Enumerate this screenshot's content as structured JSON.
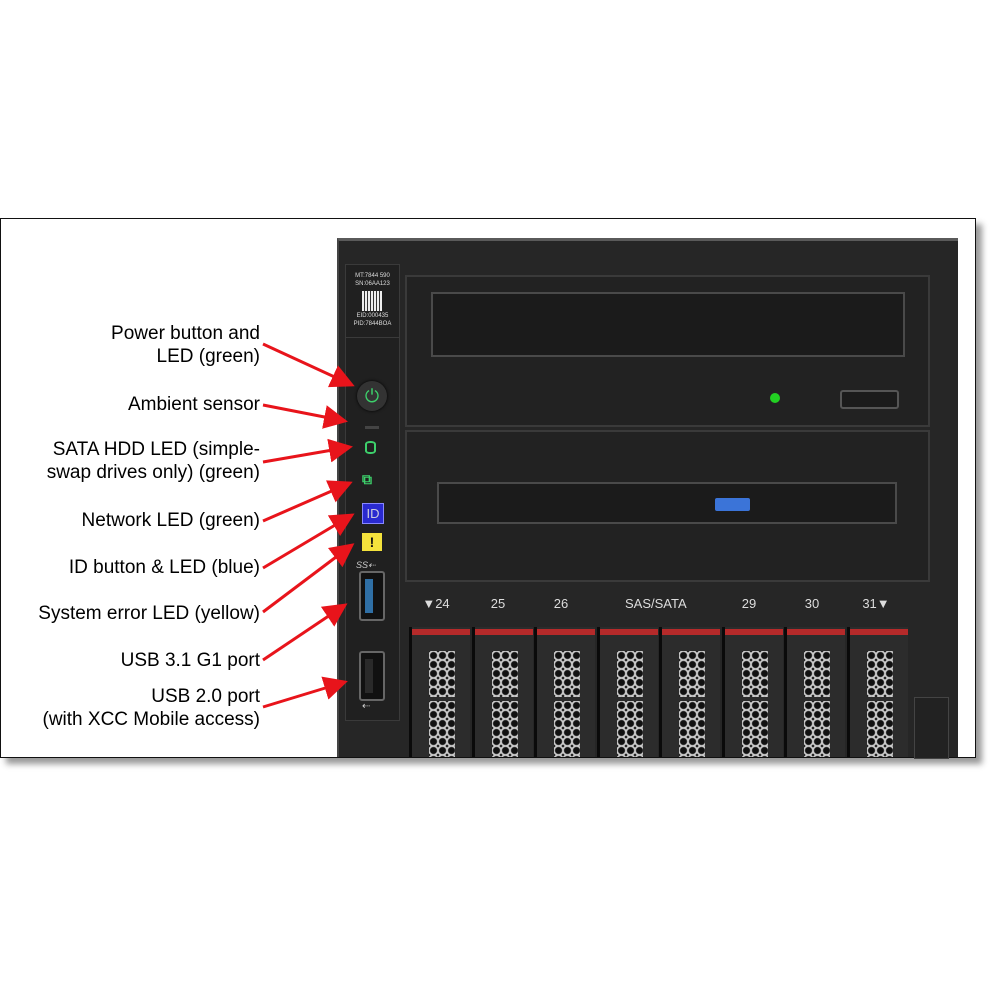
{
  "callouts": [
    {
      "text": [
        "Power button and",
        "LED (green)"
      ]
    },
    {
      "text": [
        "Ambient sensor"
      ]
    },
    {
      "text": [
        "SATA HDD LED (simple-",
        "swap drives only) (green)"
      ]
    },
    {
      "text": [
        "Network LED (green)"
      ]
    },
    {
      "text": [
        "ID button & LED (blue)"
      ]
    },
    {
      "text": [
        "System error LED (yellow)"
      ]
    },
    {
      "text": [
        "USB 3.1 G1 port"
      ]
    },
    {
      "text": [
        "USB 2.0 port",
        "(with XCC Mobile access)"
      ]
    }
  ],
  "tag": {
    "mt": "MT:7844 590",
    "sn": "SN:06AA123",
    "eid": "EID:000435",
    "pid": "PID:7844BOA"
  },
  "panel": {
    "id_label": "ID",
    "error_label": "!",
    "usb3_label": "SS"
  },
  "drives": {
    "labels": [
      "▼24",
      "25",
      "26",
      "SAS/SATA",
      "29",
      "30",
      "31▼"
    ]
  },
  "colors": {
    "arrow": "#e8141b",
    "led_green": "#3dd06b",
    "id_blue": "#2a2ad0",
    "error_yellow": "#f4e23c",
    "drive_red": "#b52a2a"
  }
}
